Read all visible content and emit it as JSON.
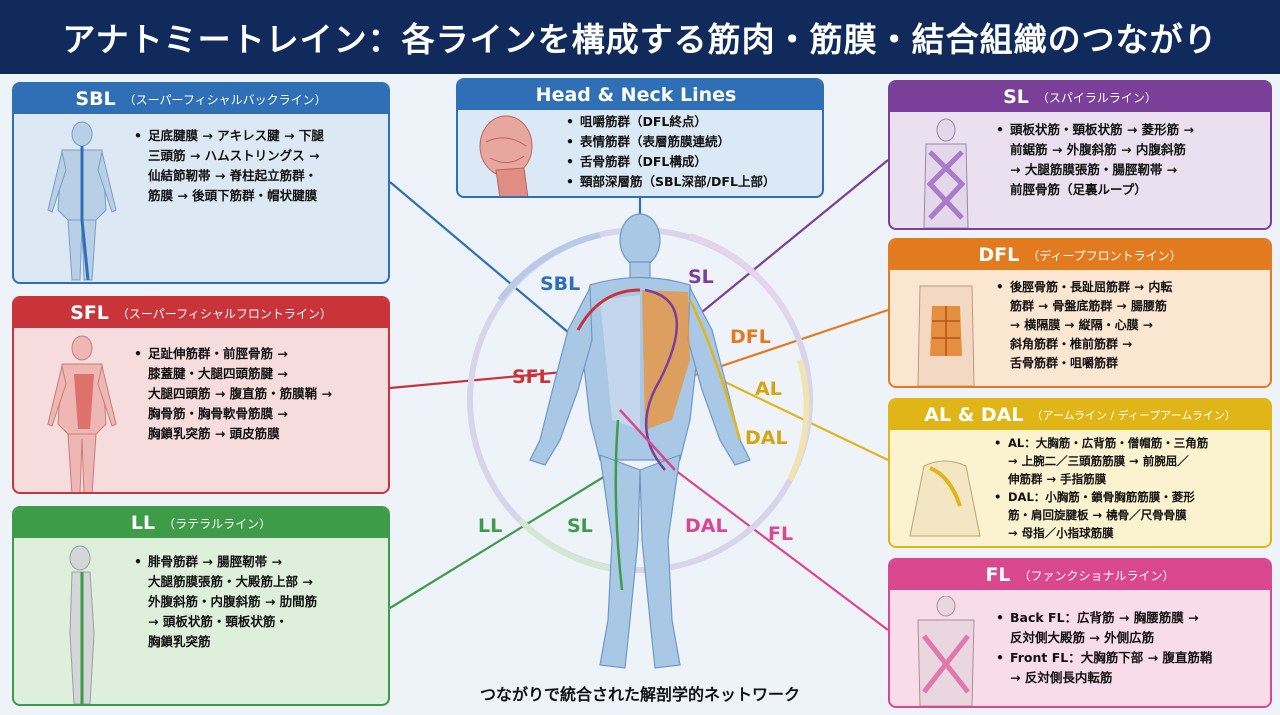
{
  "title": "アナトミートレイン：各ラインを構成する筋肉・筋膜・結合組織のつながり",
  "footer": "つながりで統合された解剖学的ネットワーク",
  "center_labels": {
    "sbl": "SBL",
    "sl": "SL",
    "sfl": "SFL",
    "dfl": "DFL",
    "al": "AL",
    "dal": "DAL",
    "ll": "LL",
    "sl2": "SL",
    "dal2": "DAL",
    "fl": "FL"
  },
  "colors": {
    "sbl": "#2f6fb5",
    "sfl": "#c8343a",
    "ll": "#3e9b48",
    "hnl": "#2f6fb5",
    "sl": "#7a3f98",
    "dfl": "#e27b1f",
    "al": "#e0b518",
    "fl": "#d9478f"
  },
  "cards": {
    "sbl": {
      "code": "SBL",
      "name": "（スーパーフィシャルバックライン）",
      "lines": [
        "足底腱膜 → アキレス腱 → 下腿",
        "三頭筋 → ハムストリングス →",
        "仙結節靭帯 → 脊柱起立筋群・",
        "筋膜 → 後頭下筋群・帽状腱膜"
      ]
    },
    "sfl": {
      "code": "SFL",
      "name": "（スーパーフィシャルフロントライン）",
      "lines": [
        "足趾伸筋群・前脛骨筋 →",
        "膝蓋腱・大腿四頭筋腱 →",
        "大腿四頭筋 → 腹直筋・筋膜鞘 →",
        "胸骨筋・胸骨軟骨筋膜 →",
        "胸鎖乳突筋 → 頭皮筋膜"
      ]
    },
    "ll": {
      "code": "LL",
      "name": "（ラテラルライン）",
      "lines": [
        "腓骨筋群 → 腸脛靭帯 →",
        "大腿筋膜張筋・大殿筋上部 →",
        "外腹斜筋・内腹斜筋 → 肋間筋",
        "→ 頭板状筋・頸板状筋・",
        "胸鎖乳突筋"
      ]
    },
    "hnl": {
      "code": "Head & Neck Lines",
      "items": [
        "咀嚼筋群（DFL終点）",
        "表情筋群（表層筋膜連続）",
        "舌骨筋群（DFL構成）",
        "頸部深層筋（SBL深部/DFL上部）"
      ]
    },
    "sl": {
      "code": "SL",
      "name": "（スパイラルライン）",
      "lines": [
        "頭板状筋・頸板状筋 → 菱形筋 →",
        "前鋸筋 → 外腹斜筋 → 内腹斜筋",
        "→ 大腿筋膜張筋・腸脛靭帯 →",
        "前脛骨筋（足裏ループ）"
      ]
    },
    "dfl": {
      "code": "DFL",
      "name": "（ディープフロントライン）",
      "lines": [
        "後脛骨筋・長趾屈筋群 → 内転",
        "筋群 → 骨盤底筋群 → 腸腰筋",
        "→ 横隔膜 → 縦隔・心膜 →",
        "斜角筋群・椎前筋群 →",
        "舌骨筋群・咀嚼筋群"
      ]
    },
    "aldal": {
      "code": "AL & DAL",
      "name": "（アームライン / ディープアームライン）",
      "al": [
        "AL：大胸筋・広背筋・僧帽筋・三角筋",
        "→ 上腕二／三頭筋筋膜 → 前腕屈／",
        "伸筋群 → 手指筋膜"
      ],
      "dal": [
        "DAL：小胸筋・鎖骨胸筋筋膜・菱形",
        "筋・肩回旋腱板 → 橈骨／尺骨骨膜",
        "→ 母指／小指球筋膜"
      ]
    },
    "fl": {
      "code": "FL",
      "name": "（ファンクショナルライン）",
      "back": [
        "Back FL：広背筋 → 胸腰筋膜 →",
        "反対側大殿筋 → 外側広筋"
      ],
      "front": [
        "Front FL：大胸筋下部 → 腹直筋鞘",
        "→ 反対側長内転筋"
      ]
    }
  }
}
